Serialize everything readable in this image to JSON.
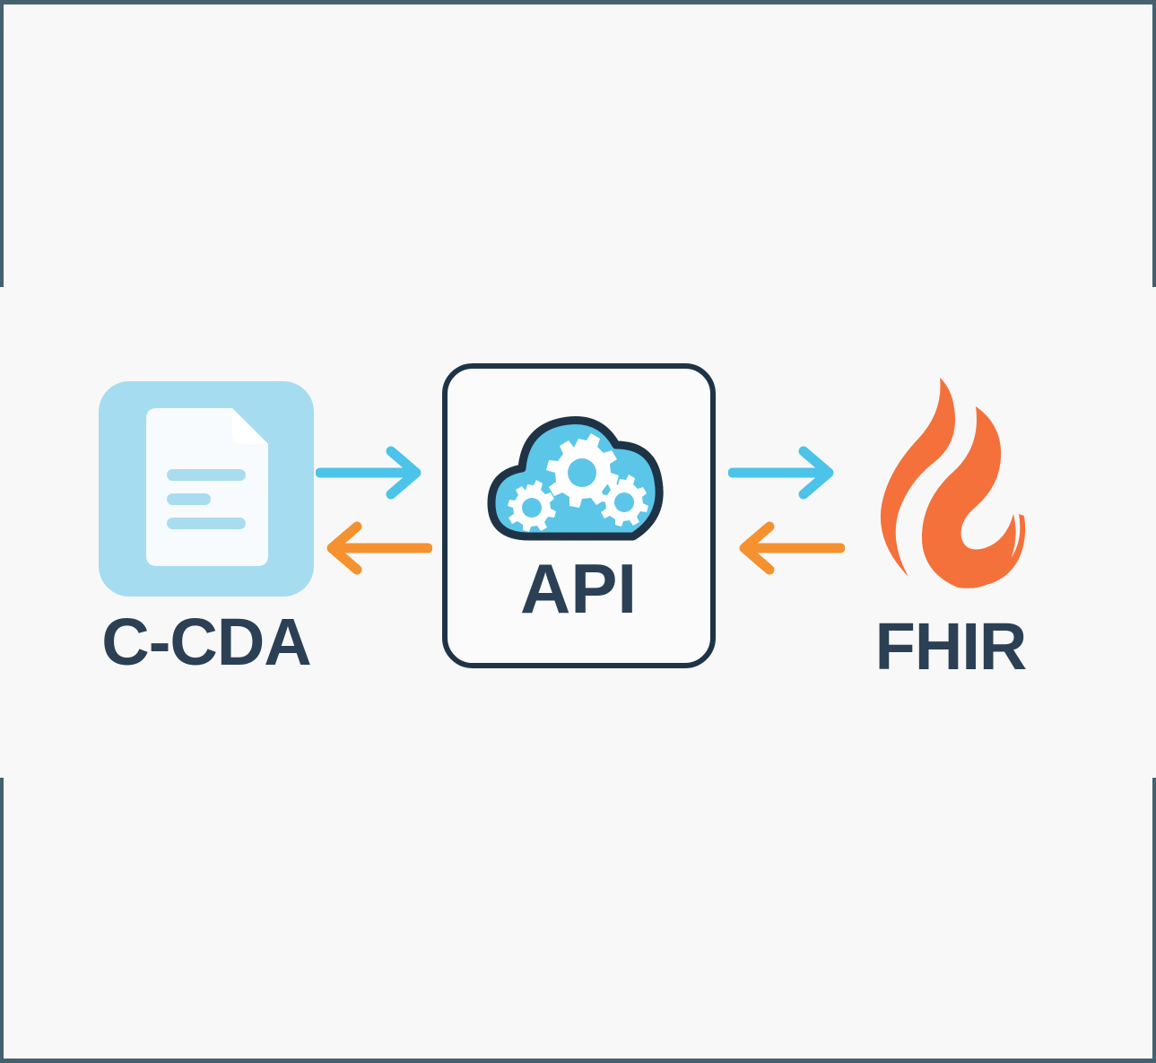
{
  "diagram": {
    "title": "C-CDA to FHIR API conversion diagram",
    "background_color": "#f8f8f8",
    "frame_color": "#45606e",
    "nodes": [
      {
        "id": "ccda",
        "label": "C-CDA",
        "icon": "document-icon",
        "tile_color": "#a6dcf0",
        "page_color": "#f7fbfd",
        "line_color": "#a9dcef",
        "label_color": "#2b4055"
      },
      {
        "id": "api",
        "label": "API",
        "icon": "cloud-gears-icon",
        "card_background": "#fbfbfb",
        "card_border_color": "#1f3347",
        "cloud_fill": "#5cc6e8",
        "cloud_stroke": "#1f3347",
        "gear_color": "#ffffff",
        "label_color": "#2b4055"
      },
      {
        "id": "fhir",
        "label": "FHIR",
        "icon": "flame-icon",
        "flame_color": "#f4713c",
        "label_color": "#2b4055"
      }
    ],
    "connectors": [
      {
        "id": "ccda-to-api",
        "direction": "right",
        "color": "#4cc3e8",
        "from": "C-CDA",
        "to": "API"
      },
      {
        "id": "api-to-ccda",
        "direction": "left",
        "color": "#f5912f",
        "from": "API",
        "to": "C-CDA"
      },
      {
        "id": "api-to-fhir",
        "direction": "right",
        "color": "#4cc3e8",
        "from": "API",
        "to": "FHIR"
      },
      {
        "id": "fhir-to-api",
        "direction": "left",
        "color": "#f5912f",
        "from": "FHIR",
        "to": "API"
      }
    ]
  }
}
